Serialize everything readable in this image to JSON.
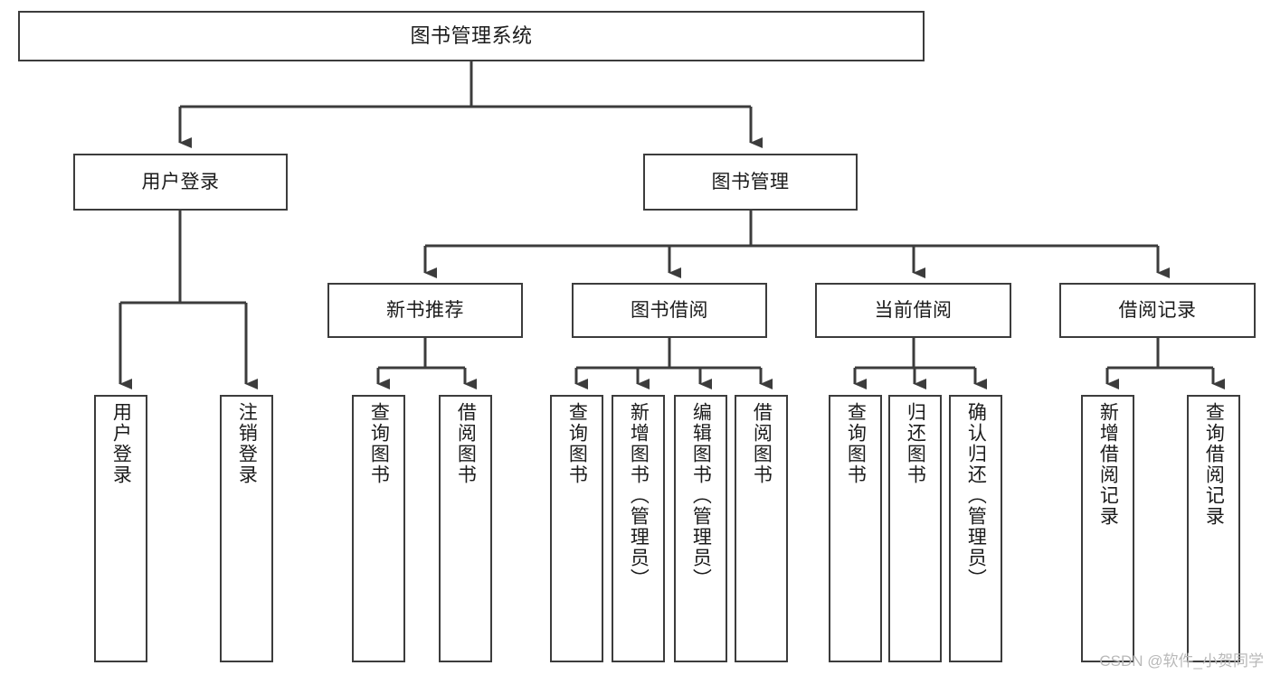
{
  "diagram": {
    "title": "图书管理系统",
    "watermark": "CSDN @软件_小贺同学",
    "line_color": "#3c3c3c",
    "box_fill": "#ffffff",
    "text_color": "#1b1b1b",
    "watermark_color": "#b9b9b9"
  },
  "nodes": {
    "root": {
      "label": "图书管理系统"
    },
    "level2": [
      {
        "label": "用户登录"
      },
      {
        "label": "图书管理"
      }
    ],
    "level3": [
      {
        "label": "新书推荐"
      },
      {
        "label": "图书借阅"
      },
      {
        "label": "当前借阅"
      },
      {
        "label": "借阅记录"
      }
    ],
    "leaves_user_login": [
      {
        "label": "用户登录"
      },
      {
        "label": "注销登录"
      }
    ],
    "leaves_new_book": [
      {
        "label": "查询图书"
      },
      {
        "label": "借阅图书"
      }
    ],
    "leaves_borrow": [
      {
        "label": "查询图书"
      },
      {
        "label": "新增图书（管理员）"
      },
      {
        "label": "编辑图书（管理员）"
      },
      {
        "label": "借阅图书"
      }
    ],
    "leaves_current": [
      {
        "label": "查询图书"
      },
      {
        "label": "归还图书"
      },
      {
        "label": "确认归还（管理员）"
      }
    ],
    "leaves_records": [
      {
        "label": "新增借阅记录"
      },
      {
        "label": "查询借阅记录"
      }
    ]
  }
}
